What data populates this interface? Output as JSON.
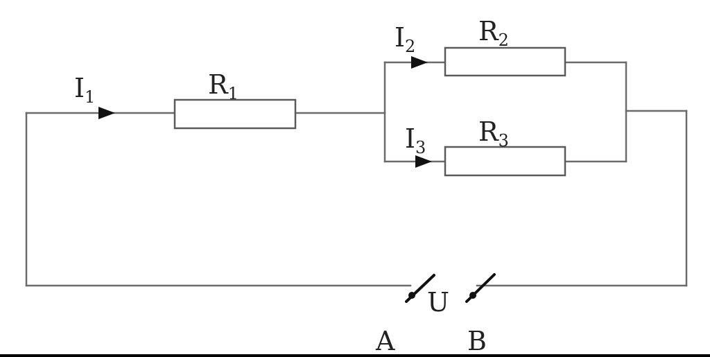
{
  "labels": {
    "i1": {
      "main": "I",
      "sub": "1"
    },
    "i2": {
      "main": "I",
      "sub": "2"
    },
    "i3": {
      "main": "I",
      "sub": "3"
    },
    "r1": {
      "main": "R",
      "sub": "1"
    },
    "r2": {
      "main": "R",
      "sub": "2"
    },
    "r3": {
      "main": "R",
      "sub": "3"
    },
    "voltage": "U",
    "terminal_a": "A",
    "terminal_b": "B"
  }
}
